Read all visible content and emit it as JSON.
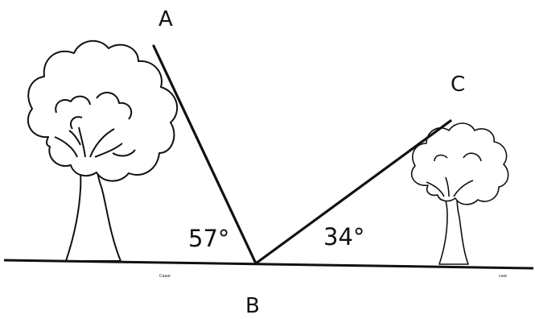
{
  "points": {
    "a": "A",
    "b": "B",
    "c": "C"
  },
  "angles": {
    "left": "57°",
    "right": "34°"
  },
  "ground_marks": {
    "left": "Caaw",
    "right": "caw"
  },
  "colors": {
    "line": "#111111",
    "tree_fill": "#ffffff",
    "background": "#ffffff"
  },
  "icons": [
    "tree-icon",
    "tree-icon"
  ]
}
